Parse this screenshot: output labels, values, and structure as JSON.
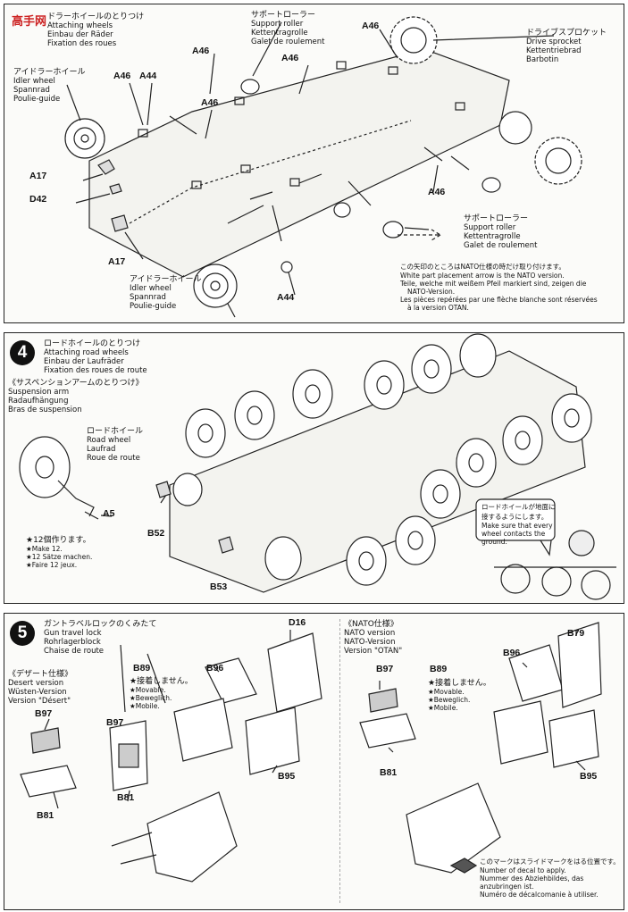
{
  "logo": "高手网",
  "step3": {
    "title_jp": "ドラーホイールのとりつけ",
    "title_en": "Attaching wheels",
    "title_de": "Einbau der Räder",
    "title_fr": "Fixation des roues",
    "idler_top": {
      "jp": "アイドラーホイール",
      "en": "Idler wheel",
      "de": "Spannrad",
      "fr": "Poulie-guide"
    },
    "idler_bottom": {
      "jp": "アイドラーホイール",
      "en": "Idler wheel",
      "de": "Spannrad",
      "fr": "Poulie-guide"
    },
    "support_top": {
      "jp": "サポートローラー",
      "en": "Support roller",
      "de": "Kettentragrolle",
      "fr": "Galet de roulement"
    },
    "support_bottom": {
      "jp": "サポートローラー",
      "en": "Support roller",
      "de": "Kettentragrolle",
      "fr": "Galet de roulement"
    },
    "sprocket": {
      "jp": "ドライブスプロケット",
      "en": "Drive sprocket",
      "de": "Kettentriebrad",
      "fr": "Barbotin"
    },
    "parts": {
      "a46": "A46",
      "a44": "A44",
      "a17": "A17",
      "d42": "D42"
    },
    "nato_note": {
      "jp": "この矢印のところはNATO仕様の時だけ取り付けます。",
      "en": "White part placement arrow is the NATO version.",
      "de1": "Teile, welche mit weißem Pfeil markiert sind, zeigen die",
      "de2": "NATO-Version.",
      "fr1": "Les pièces repérées par une flèche blanche sont réservées",
      "fr2": "à la version OTAN."
    }
  },
  "step4": {
    "number": "4",
    "title_jp": "ロードホイールのとりつけ",
    "title_en": "Attaching road wheels",
    "title_de": "Einbau der Laufräder",
    "title_fr": "Fixation des roues de route",
    "susp_jp": "《サスペンションアームのとりつけ》",
    "susp_en": "Suspension arm",
    "susp_de": "Radaufhängung",
    "susp_fr": "Bras de suspension",
    "road": {
      "jp": "ロードホイール",
      "en": "Road wheel",
      "de": "Laufrad",
      "fr": "Roue de route"
    },
    "make12": {
      "jp": "★12個作ります。",
      "en": "★Make 12.",
      "de": "★12 Sätze machen.",
      "fr": "★Faire 12 jeux."
    },
    "parts": {
      "a5": "A5",
      "b52": "B52",
      "b53": "B53"
    },
    "callout": {
      "jp1": "ロードホイールが地面に",
      "jp2": "接するようにします。",
      "en1": "Make sure that every",
      "en2": "wheel contacts the",
      "en3": "ground."
    }
  },
  "step5": {
    "number": "5",
    "title_jp": "ガントラベルロックのくみたて",
    "title_en": "Gun travel lock",
    "title_de": "Rohrlagerblock",
    "title_fr": "Chaise de route",
    "desert": {
      "jp": "《デザート仕様》",
      "en": "Desert version",
      "de": "Wüsten-Version",
      "fr": "Version \"Désert\""
    },
    "nato": {
      "jp": "《NATO仕様》",
      "en": "NATO version",
      "de": "NATO-Version",
      "fr": "Version \"OTAN\""
    },
    "note": {
      "jp": "★接着しません。",
      "en": "★Movable.",
      "de": "★Beweglich.",
      "fr": "★Mobile."
    },
    "parts": {
      "d16": "D16",
      "b89": "B89",
      "b96": "B96",
      "b97": "B97",
      "b81": "B81",
      "b95": "B95",
      "b79": "B79"
    },
    "decal_note": {
      "jp": "このマークはスライドマークをはる位置です。",
      "en": "Number of decal to apply.",
      "de1": "Nummer des Abziehbildes, das",
      "de2": "anzubringen ist.",
      "fr": "Numéro de décalcomanie à utiliser."
    }
  }
}
